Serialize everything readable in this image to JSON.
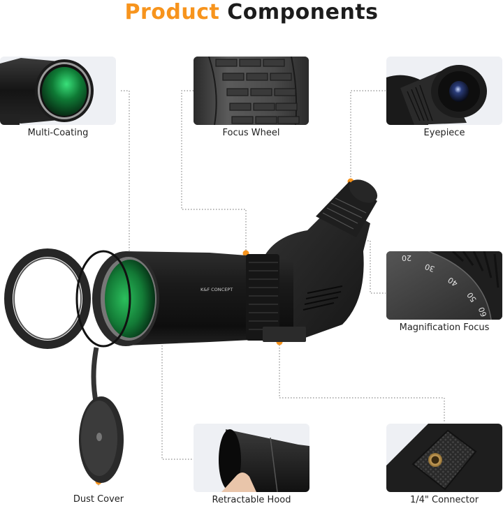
{
  "header": {
    "title_accent": "Product",
    "title_rest": "Components",
    "accent_color": "#f7941d"
  },
  "brand_text": "K&F CONCEPT",
  "components": [
    {
      "id": "multi-coating",
      "label": "Multi-Coating"
    },
    {
      "id": "focus-wheel",
      "label": "Focus Wheel"
    },
    {
      "id": "eyepiece",
      "label": "Eyepiece"
    },
    {
      "id": "magnification-focus",
      "label": "Magnification Focus"
    },
    {
      "id": "dust-cover",
      "label": "Dust Cover"
    },
    {
      "id": "retractable-hood",
      "label": "Retractable Hood"
    },
    {
      "id": "connector",
      "label": "1/4\" Connector"
    }
  ],
  "magnification_scale": [
    "20",
    "30",
    "40",
    "50",
    "60"
  ],
  "colors": {
    "marker": "#f7941d",
    "leader_line": "#8a8a8a",
    "card_bg": "#eef0f4",
    "lens_green": "#1fa04a"
  }
}
